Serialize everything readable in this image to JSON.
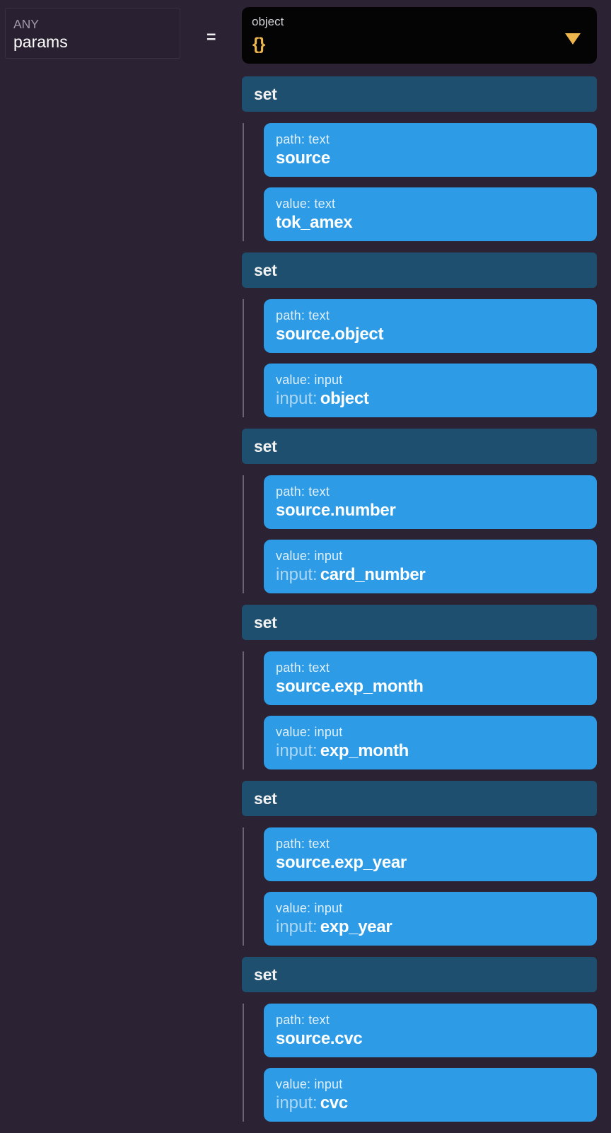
{
  "left_param": {
    "type_label": "ANY",
    "name": "params"
  },
  "assignment_operator": "=",
  "object_node": {
    "type_label": "object",
    "symbol": "{}"
  },
  "sets": [
    {
      "label": "set",
      "fields": [
        {
          "label": "path: text",
          "value": "source"
        },
        {
          "label": "value: text",
          "value": "tok_amex"
        }
      ]
    },
    {
      "label": "set",
      "fields": [
        {
          "label": "path: text",
          "value": "source.object"
        },
        {
          "label": "value: input",
          "prefix": "input:",
          "value": "object"
        }
      ]
    },
    {
      "label": "set",
      "fields": [
        {
          "label": "path: text",
          "value": "source.number"
        },
        {
          "label": "value: input",
          "prefix": "input:",
          "value": "card_number"
        }
      ]
    },
    {
      "label": "set",
      "fields": [
        {
          "label": "path: text",
          "value": "source.exp_month"
        },
        {
          "label": "value: input",
          "prefix": "input:",
          "value": "exp_month"
        }
      ]
    },
    {
      "label": "set",
      "fields": [
        {
          "label": "path: text",
          "value": "source.exp_year"
        },
        {
          "label": "value: input",
          "prefix": "input:",
          "value": "exp_year"
        }
      ]
    },
    {
      "label": "set",
      "fields": [
        {
          "label": "path: text",
          "value": "source.cvc"
        },
        {
          "label": "value: input",
          "prefix": "input:",
          "value": "cvc"
        }
      ]
    }
  ],
  "colors": {
    "background": "#2b2233",
    "field_blue": "#2d9be6",
    "set_header_blue": "#1f4f6e",
    "node_black": "#040404",
    "accent_gold": "#ecb64d"
  }
}
